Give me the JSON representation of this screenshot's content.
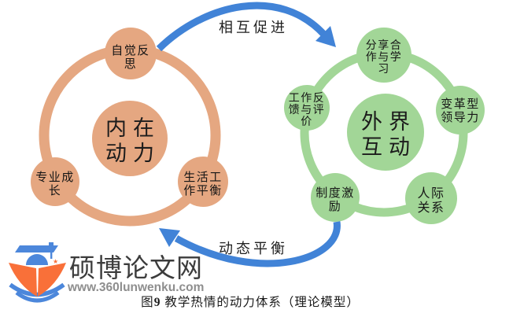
{
  "diagram": {
    "arrow_color": "#4183D7",
    "top_arrow_label": "相互促进",
    "bottom_arrow_label": "动态平衡",
    "inner": {
      "color": "#E5A781",
      "center_lines": [
        "内在",
        "动力"
      ],
      "satellites": [
        {
          "id": "self-reflection",
          "lines": [
            "自觉反",
            "思"
          ]
        },
        {
          "id": "professional-growth",
          "lines": [
            "专业成",
            "长"
          ]
        },
        {
          "id": "work-life-balance",
          "lines": [
            "生活工",
            "作平衡"
          ]
        }
      ]
    },
    "outer": {
      "color": "#A2D697",
      "center_lines": [
        "外界",
        "互动"
      ],
      "satellites": [
        {
          "id": "sharing-cooperation-learning",
          "lines": [
            "分享合",
            "作与学",
            "习"
          ]
        },
        {
          "id": "work-feedback-evaluation",
          "lines": [
            "工作反",
            "馈与评",
            "价"
          ]
        },
        {
          "id": "transformational-leadership",
          "lines": [
            "变革型",
            "领导力"
          ]
        },
        {
          "id": "institutional-incentive",
          "lines": [
            "制度激",
            "励"
          ]
        },
        {
          "id": "interpersonal-relations",
          "lines": [
            "人际",
            "关系"
          ]
        }
      ]
    }
  },
  "watermark": {
    "site_name": "硕博论文网",
    "site_url": "www.360lunwenku.com",
    "brand_blue": "#4C87DB",
    "brand_orange": "#F97039",
    "star": "★"
  },
  "caption": {
    "prefix": "图",
    "number": "9",
    "title": " 教学热情的动力体系（理论模型）"
  }
}
